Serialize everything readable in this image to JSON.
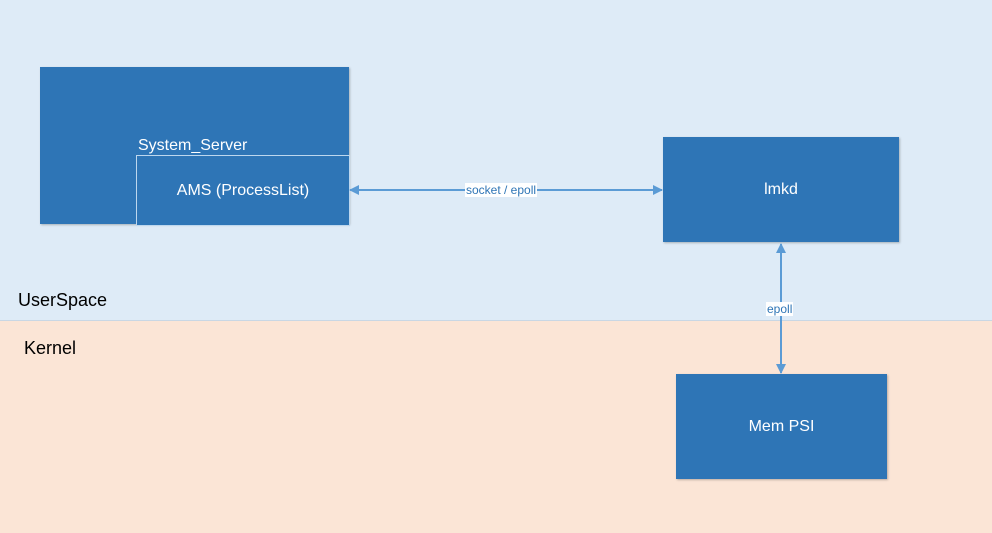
{
  "regions": {
    "userspace": "UserSpace",
    "kernel": "Kernel"
  },
  "boxes": {
    "system_server": "System_Server",
    "ams": "AMS (ProcessList)",
    "lmkd": "lmkd",
    "mem_psi": "Mem PSI"
  },
  "connectors": {
    "ams_lmkd": "socket / epoll",
    "lmkd_psi": "epoll"
  },
  "colors": {
    "box": "#2e75b6",
    "userspace_bg": "#deebf7",
    "kernel_bg": "#fbe5d6",
    "arrow": "#5b9bd5"
  }
}
